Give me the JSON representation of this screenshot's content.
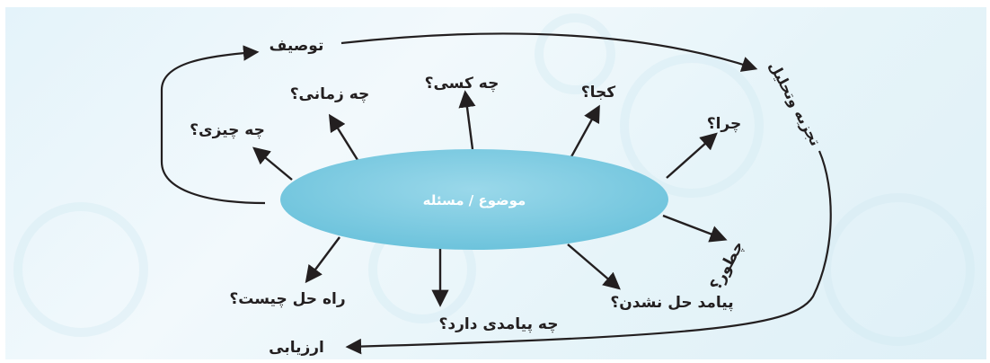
{
  "diagram": {
    "center": "موضوع / مسئله",
    "questions": {
      "what": "چه چیزی؟",
      "when": "چه زمانی؟",
      "who": "چه کسی؟",
      "where": "کجا؟",
      "why": "چرا؟",
      "how": "چطور؟",
      "consequence_unsolved": "پیامد حل نشدن؟",
      "consequence": "چه پیامدی دارد؟",
      "solution": "راه حل چیست؟"
    },
    "stages": {
      "description": "توصیف",
      "analysis": "تجزیه وتحلیل",
      "evaluation": "ارزیابی"
    }
  },
  "colors": {
    "ellipse": "#7fcbe0",
    "arrows": "#231f20",
    "text": "#231f20",
    "background": "#e8f5fb"
  }
}
